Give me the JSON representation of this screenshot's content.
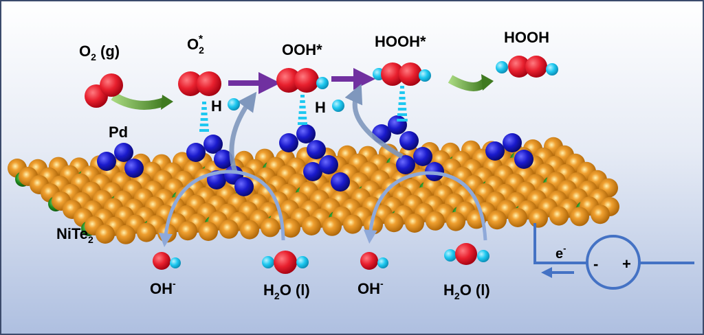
{
  "labels": {
    "o2_gas": "O",
    "o2_gas_sub": "2",
    "o2_gas_state": " (g)",
    "o2_ads": "O",
    "o2_ads_sub": "2",
    "o2_ads_sup": "*",
    "ooh_ads": "OOH*",
    "hooh_ads": "HOOH*",
    "hooh": "HOOH",
    "h1": "H",
    "h2": "H",
    "pd": "Pd",
    "nite2": "NiTe",
    "nite2_sub": "2",
    "oh1": "OH",
    "oh1_sup": "-",
    "oh2": "OH",
    "oh2_sup": "-",
    "h2o1": "H",
    "h2o1_sub": "2",
    "h2o1_rest": "O (l)",
    "h2o2": "H",
    "h2o2_sub": "2",
    "h2o2_rest": "O (l)",
    "electron": "e",
    "electron_sup": "-",
    "minus": "-",
    "plus": "+"
  },
  "colors": {
    "oxygen": "#e8202e",
    "hydrogen": "#1ec8f0",
    "palladium": "#1a1acc",
    "tellurium": "#e08a18",
    "nickel": "#1f8a1f",
    "reaction_arrow": "#7030a0",
    "transfer_arrow": "#6d8fc4",
    "circuit": "#4472c4",
    "green_arrow": "#5a9a30",
    "border": "#3b4a6b"
  }
}
